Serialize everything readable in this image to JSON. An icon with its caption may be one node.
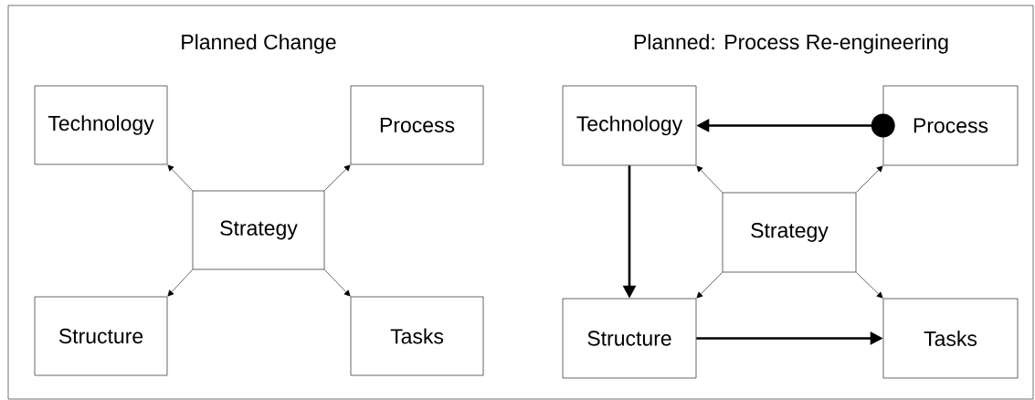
{
  "diagram": {
    "nodes": [
      {
        "text": [
          "Technology"
        ]
      },
      {
        "text": [
          "Process"
        ]
      },
      {
        "text": [
          "Strategy"
        ]
      },
      {
        "text": [
          "Structure"
        ]
      },
      {
        "text": [
          "Tasks"
        ]
      },
      {
        "text": [
          "Technology"
        ]
      },
      {
        "text": [
          "Process"
        ]
      },
      {
        "text": [
          "Strategy"
        ]
      },
      {
        "text": [
          "Structure"
        ]
      },
      {
        "text": [
          "Tasks"
        ]
      }
    ],
    "edges": [
      {
        "from": 2,
        "to": 0,
        "arrow": "to"
      },
      {
        "from": 2,
        "to": 1,
        "arrow": "to"
      },
      {
        "from": 2,
        "to": 3,
        "arrow": "to"
      },
      {
        "from": 2,
        "to": 4,
        "arrow": "to"
      },
      {
        "from": 7,
        "to": 5,
        "arrow": "to"
      },
      {
        "from": 7,
        "to": 6,
        "arrow": "to"
      },
      {
        "from": 7,
        "to": 8,
        "arrow": "to"
      },
      {
        "from": 7,
        "to": 9,
        "arrow": "to"
      },
      {
        "from": 6,
        "to": 5,
        "arrow": "to",
        "style": "thick"
      },
      {
        "from": 5,
        "to": 8,
        "arrow": "to",
        "style": "thick"
      },
      {
        "from": 8,
        "to": 9,
        "arrow": "to",
        "style": "thick"
      }
    ],
    "labels": [
      "Planned Change",
      "Planned: Process Re-engineering"
    ]
  }
}
